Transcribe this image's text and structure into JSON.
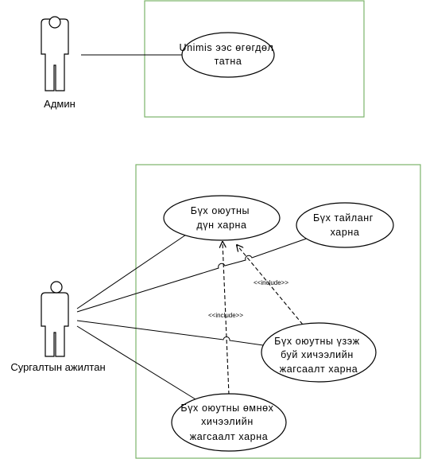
{
  "actors": {
    "admin": {
      "label": "Админ"
    },
    "staff": {
      "label": "Сургалтын ажилтан"
    }
  },
  "use_cases": {
    "import_unimis": {
      "lines": [
        "Unimis ээс өгөгдөл",
        "татна"
      ]
    },
    "view_all_grades": {
      "lines": [
        "Бүх оюутны",
        "дүн харна"
      ]
    },
    "view_all_reports": {
      "lines": [
        "Бүх тайланг",
        "харна"
      ]
    },
    "view_current_schedule": {
      "lines": [
        "Бүх оюутны үзэж",
        "буй хичээлийн",
        "жагсаалт харна"
      ]
    },
    "view_previous_schedule": {
      "lines": [
        "Бүх оюутны өмнөх",
        "хичээлийн",
        "жагсаалт харна"
      ]
    }
  },
  "relations": {
    "include_1": "<<include>>",
    "include_2": "<<include>>"
  },
  "colors": {
    "boundary": "#7cb36a",
    "stroke": "#000000"
  }
}
